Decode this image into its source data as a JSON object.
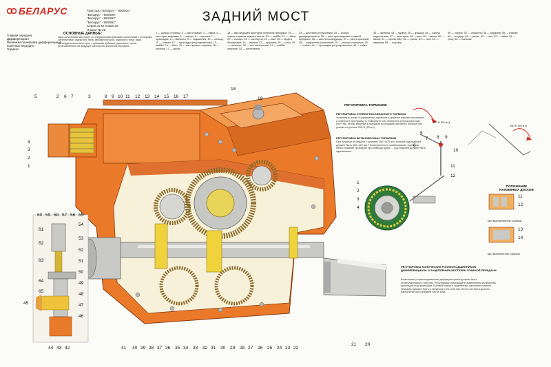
{
  "brand": {
    "name": "БЕЛАРУС"
  },
  "header": {
    "models": [
      "Тракторы \"Беларус\" - 800/820\"",
      "\"Беларус\" - 900/920\"",
      "\"Беларус\" - 950/952\"",
      "\"Беларус\" - 950/952\"",
      "Серия из 42 плакатов",
      "Плакат № 25"
    ],
    "title": "ЗАДНИЙ МОСТ"
  },
  "specs": {
    "heading": "ОСНОВНЫЕ ДАННЫЕ:",
    "items": [
      "Главная передача",
      "Дифференциал",
      "Механизм блокировки дифференциала",
      "Конечные передачи",
      "Тормоза"
    ],
    "details": "пара конических шестерен со спиральными зубьями; конический с четырьмя сателлитами, закрытого типа; автоматический, закрытого типа; пара цилиндрических шестерен с прямыми зубьями; дисковые, сухие, установленные на ведущих шестернях конечной передачи"
  },
  "legend_cols": [
    "1 — кольцо ступицы; 2 — вал правый; 3 — гайка; 4 — шестерня ведомая; 5 — корпус; 6 — крышка; 7 — прокладка; 8 — манжета; 9 — подшипник; 10 — кольцо; 11 — стакан; 12 — прокладка регулировочная; 13 — шайба; 14 — болт; 15 — вал правого тормоза; 16 — шпонка; 17 — рычаг",
    "18 — вал ведущей шестерни конечной передачи; 19 — корпус тормоза заднего моста; 20 — шайба; 21 — гайка; 22 — кольцо; 23 — шестерня; 24 — вал; 25 — муфта блокировки; 26 — втулка; 27 — пружина; 28 — шток; 29 — сателлит; 30 — ось сателлитов; 31 — шайба опорная; 32 — крестовина",
    "33 — шестерня полуосевая; 34 — корпус дифференциала; 35 — шестерня ведомая главной передачи; 36 — шестерня ведущая; 37 — вал вторичный; 38 — подшипник роликовый; 39 — кольцо стопорное; 40 — стакан; 41 — прокладки регулировочные; 42 — гайка",
    "43 — фланец; 44 — муфта; 45 — крышка; 46 — корпус подшипника; 47 — шестерня; 48 — вал; 49 — вилка; 50 — валик; 51 — кронштейн; 52 — рычаг; 53 — тяга; 54 — пружина; 55 — шарнир",
    "56 — корпус; 57 — поршень; 58 — пружина; 59 — клапан; 60 — штуцер; 61 — рычаг; 62 — тяга; 63 — гайка; 64 — упор; 65 — сальник"
  ],
  "brakes": {
    "title": "РЕГУЛИРОВКА ТОРМОЗОВ",
    "parking_title": "РЕГУЛИРОВКА СТОЯНОЧНО-ЗАПАСНОГО ТОРМОЗА",
    "parking_text": "Установите рычаг 9 управления тормозом в крайнее нижнее положение и отверните контргайку 6. Заверните или отверните регулировочный болт так, чтобы защелка 8 заходила во впадину зубчатого сектора при усилии на рычаге 200 Н (20 кгс).",
    "service_title": "РЕГУЛИРОВКА ВСТАНОВОЧНЫХ ТОРМОЗОВ",
    "service_text": "При нажатии на педали с усилием 250 Н (25 кгс) полный ход педалей должен быть 100–120 мм. Несинхронность срабатывания тормозов обеих педалей проверьте при помощи щупа — ход педалей должен быть одинаковым.",
    "force_1": "200 Н (20 кгс)",
    "force_2": "250 Н (25 кгс)"
  },
  "disc_positions": {
    "title": "ПОЛОЖЕНИЕ НАЖИМНЫХ ДИСКОВ",
    "released": "при выключенном тормозе",
    "engaged": "при включенном тормозе"
  },
  "bearings": {
    "title": "РЕГУЛИРОВКА КОНИЧЕСКИХ РОЛИКОПОДШИПНИКОВ ДИФФЕРЕНЦИАЛА И ЗАЦЕПЛЕНИЯ ШЕСТЕРЕН ГЛАВНОЙ ПЕРЕДАЧИ",
    "text": "Конические роликоподшипники дифференциала должны быть отрегулированы с натягом. Регулировку производите изменением количества прокладок под фланцами. Боковой зазор в зацеплении шестерен главной передачи должен быть в пределах 0,25–0,55 мм. Пятно контакта должно располагаться в средней части зуба."
  },
  "callouts": {
    "top": [
      "5",
      "2",
      "6",
      "7",
      "3",
      "8",
      "9",
      "10",
      "11",
      "12",
      "13",
      "14",
      "15",
      "16",
      "17",
      "18",
      "19"
    ],
    "left": [
      "4",
      "3",
      "2",
      "1"
    ],
    "bottom": [
      "44",
      "43",
      "42",
      "41",
      "40",
      "39",
      "38",
      "37",
      "36",
      "35",
      "34",
      "33",
      "32",
      "31",
      "30",
      "29",
      "28",
      "27",
      "26",
      "25",
      "24",
      "23",
      "22"
    ],
    "inset_top": [
      "60",
      "59",
      "58",
      "57",
      "56",
      "55"
    ],
    "inset_side": [
      "54",
      "61",
      "62",
      "53",
      "63",
      "64",
      "65",
      "45",
      "52",
      "51",
      "50",
      "49",
      "48",
      "47",
      "46"
    ],
    "inset_bottom": [
      "44",
      "43",
      "42"
    ],
    "right_mid": [
      "21",
      "20"
    ],
    "brake": [
      "5",
      "6",
      "7",
      "8",
      "9",
      "10",
      "11",
      "12"
    ],
    "brake_left": [
      "1",
      "2",
      "3",
      "4"
    ],
    "disc": [
      "11",
      "12",
      "13",
      "14"
    ]
  }
}
